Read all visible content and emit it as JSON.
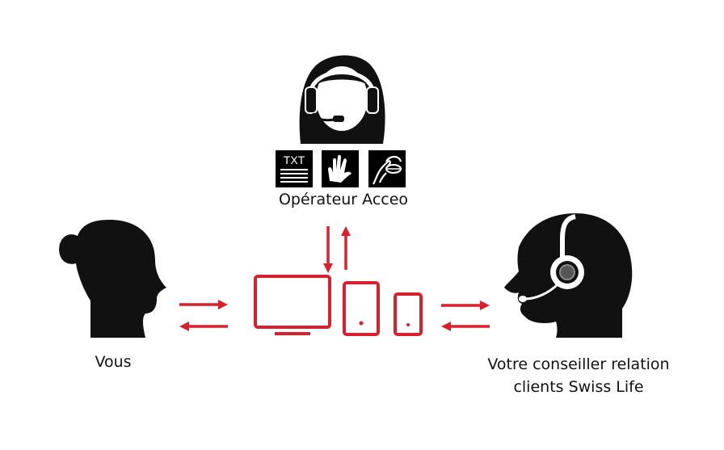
{
  "colors": {
    "accent": "#d8202f",
    "silhouette": "#111111",
    "background": "#ffffff"
  },
  "operator": {
    "label": "Opérateur Acceo",
    "icon": "headset-operator-icon"
  },
  "services": [
    {
      "name": "text-relay-icon",
      "text": "TXT"
    },
    {
      "name": "sign-language-icon"
    },
    {
      "name": "lip-reading-icon"
    }
  ],
  "you": {
    "label": "Vous",
    "icon": "person-silhouette-icon"
  },
  "advisor": {
    "label_line1": "Votre conseiller relation",
    "label_line2": "clients Swiss Life",
    "icon": "headset-advisor-icon"
  },
  "devices": [
    "monitor-icon",
    "tablet-icon",
    "smartphone-icon"
  ]
}
